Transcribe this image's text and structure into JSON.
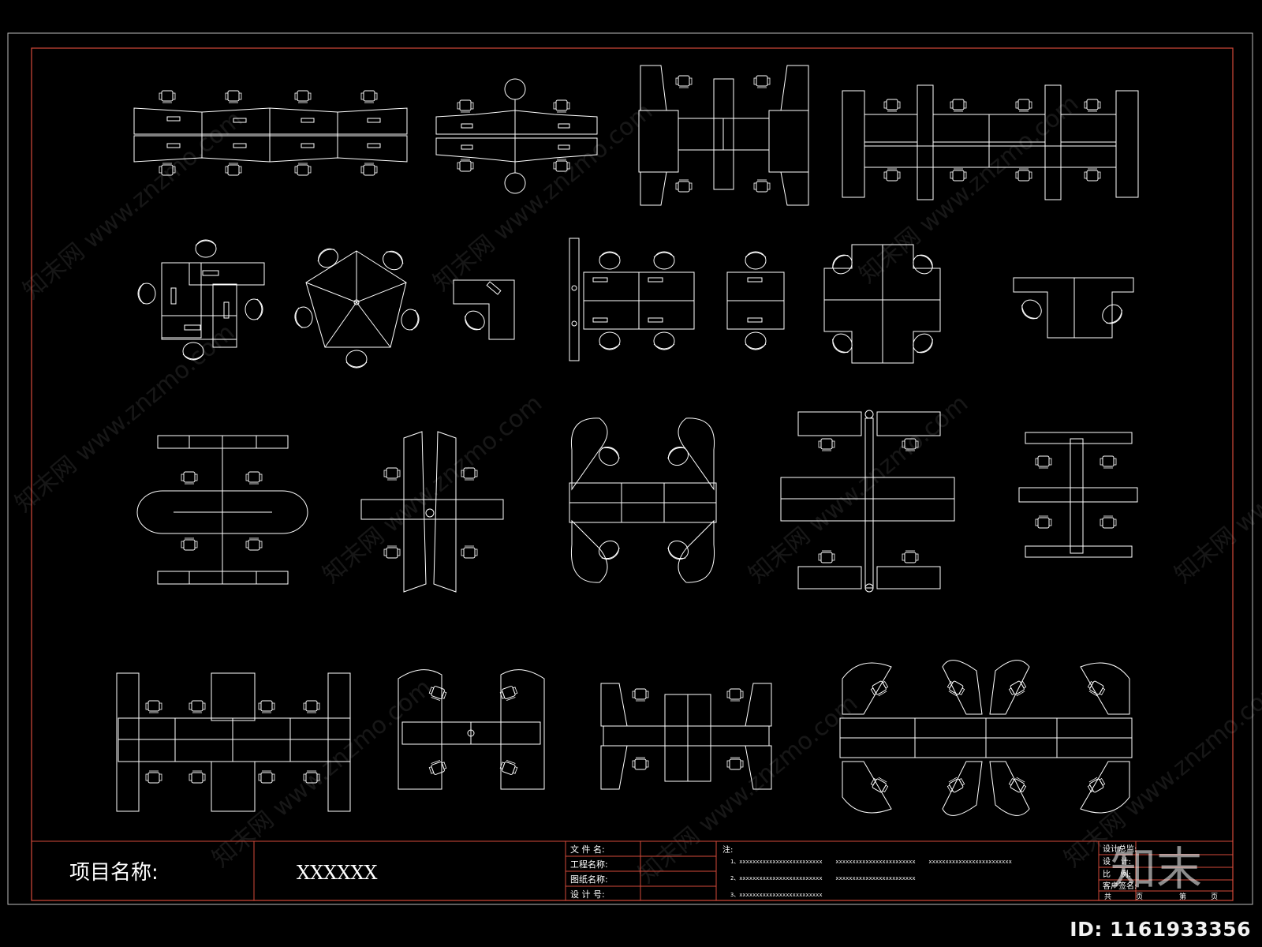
{
  "title_block": {
    "project_label": "项目名称:",
    "project_value": "XXXXXX",
    "fields": [
      "文 件 名:",
      "工程名称:",
      "图纸名称:",
      "设 计 号:"
    ],
    "notes_label": "注:",
    "notes": [
      "1、xxxxxxxxxxxxxxxxxxxxxxxxx    xxxxxxxxxxxxxxxxxxxxxxxx    xxxxxxxxxxxxxxxxxxxxxxxxx",
      "2、xxxxxxxxxxxxxxxxxxxxxxxxx    xxxxxxxxxxxxxxxxxxxxxxxx",
      "3、xxxxxxxxxxxxxxxxxxxxxxxxx"
    ],
    "right_labels": [
      "设计总监:",
      "设    计:",
      "比    例:",
      "客户签名:"
    ],
    "page_labels": {
      "total": "共",
      "unit": "页",
      "current": "第",
      "unit2": "页"
    }
  },
  "watermark": {
    "logo": "知末",
    "id_text": "ID: 1161933356",
    "site": "znzmo.com",
    "site_cn": "知末网"
  },
  "colors": {
    "background": "#000000",
    "line": "#ffffff",
    "inner_border": "#d44a3a",
    "outer_border": "#bdbdbd"
  }
}
